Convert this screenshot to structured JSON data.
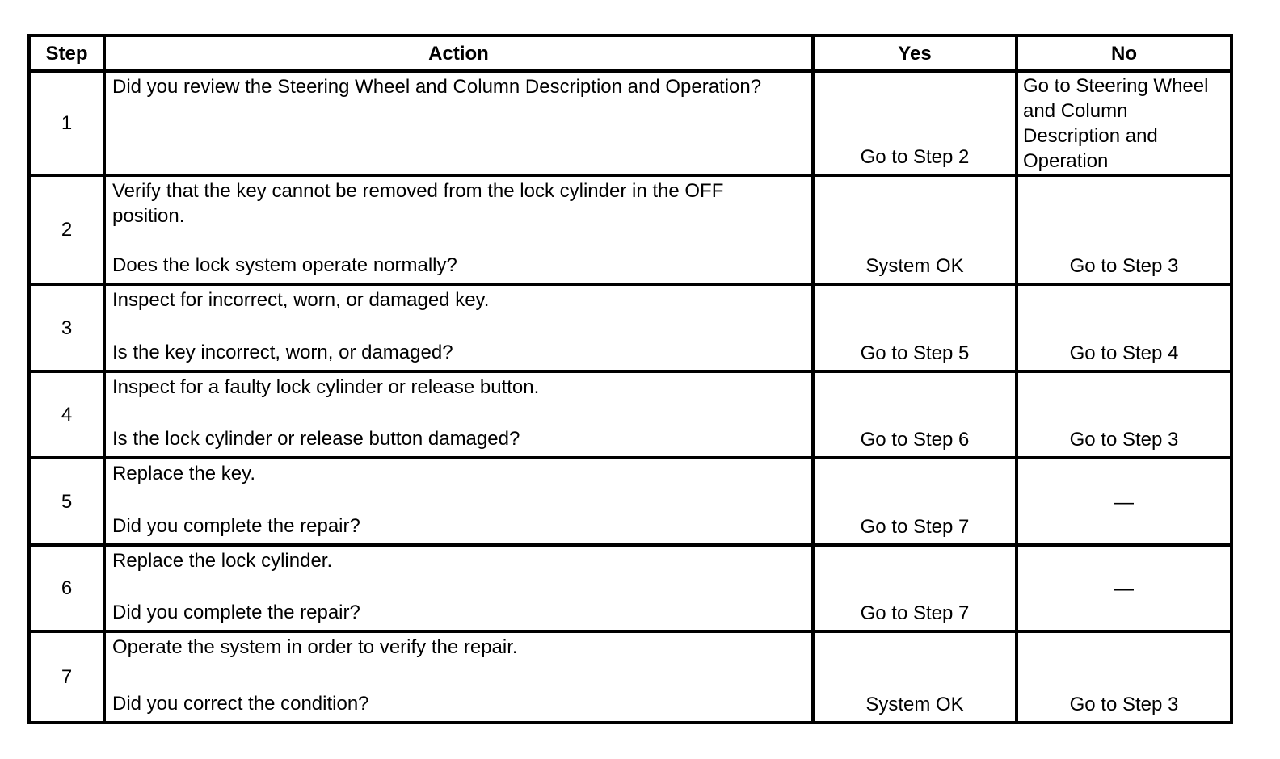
{
  "page": {
    "background_color": "#ffffff",
    "border_color": "#000000",
    "text_color": "#000000"
  },
  "table": {
    "headers": {
      "step": "Step",
      "action": "Action",
      "yes": "Yes",
      "no": "No"
    },
    "rows": [
      {
        "step": "1",
        "action": "Did you review the Steering Wheel and Column Description and Operation?",
        "question": "",
        "yes": "Go to Step 2",
        "no": "Go to Steering Wheel and Column Description and Operation"
      },
      {
        "step": "2",
        "action": "Verify that the key cannot be removed from the lock cylinder in the OFF position.",
        "question": "Does the lock system operate normally?",
        "yes": "System OK",
        "no": "Go to Step 3"
      },
      {
        "step": "3",
        "action": "Inspect for incorrect, worn, or damaged key.",
        "question": "Is the key incorrect, worn, or damaged?",
        "yes": "Go to Step 5",
        "no": "Go to Step 4"
      },
      {
        "step": "4",
        "action": "Inspect for a faulty lock cylinder or release button.",
        "question": "Is the lock cylinder or release button damaged?",
        "yes": "Go to Step 6",
        "no": "Go to Step 3"
      },
      {
        "step": "5",
        "action": "Replace the key.",
        "question": "Did you complete the repair?",
        "yes": "Go to Step 7",
        "no": "—"
      },
      {
        "step": "6",
        "action": "Replace the lock cylinder.",
        "question": "Did you complete the repair?",
        "yes": "Go to Step 7",
        "no": "—"
      },
      {
        "step": "7",
        "action": "Operate the system in order to verify the repair.",
        "question": "Did you correct the condition?",
        "yes": "System OK",
        "no": "Go to Step 3"
      }
    ]
  }
}
